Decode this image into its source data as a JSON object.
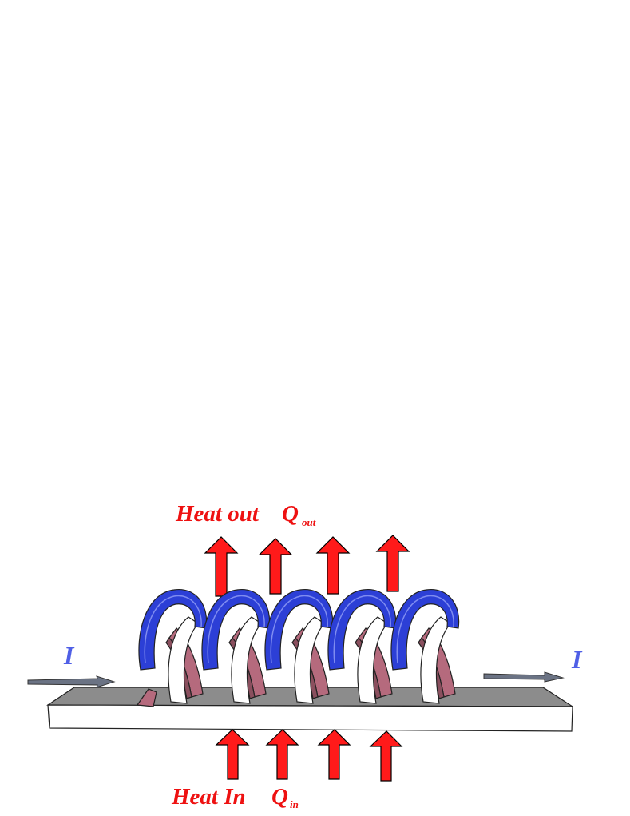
{
  "labels": {
    "heat_out": "Heat out",
    "q_out": "Q",
    "q_out_sub": "out",
    "heat_in": "Heat In",
    "q_in": "Q",
    "q_in_sub": "in",
    "current_left": "I",
    "current_right": "I"
  },
  "colors": {
    "heat_arrow": "#ff1a1a",
    "heat_text": "#ee1111",
    "current_text": "#4f5fe6",
    "coil_top": "#2c3fd6",
    "coil_back": "#b56a7d",
    "coil_front": "#ffffff",
    "substrate_top": "#8c8c8c",
    "substrate_front": "#ffffff",
    "current_arrow": "#6b7384"
  },
  "counts": {
    "heat_out_arrows": 4,
    "heat_in_arrows": 4,
    "coil_loops": 5
  }
}
